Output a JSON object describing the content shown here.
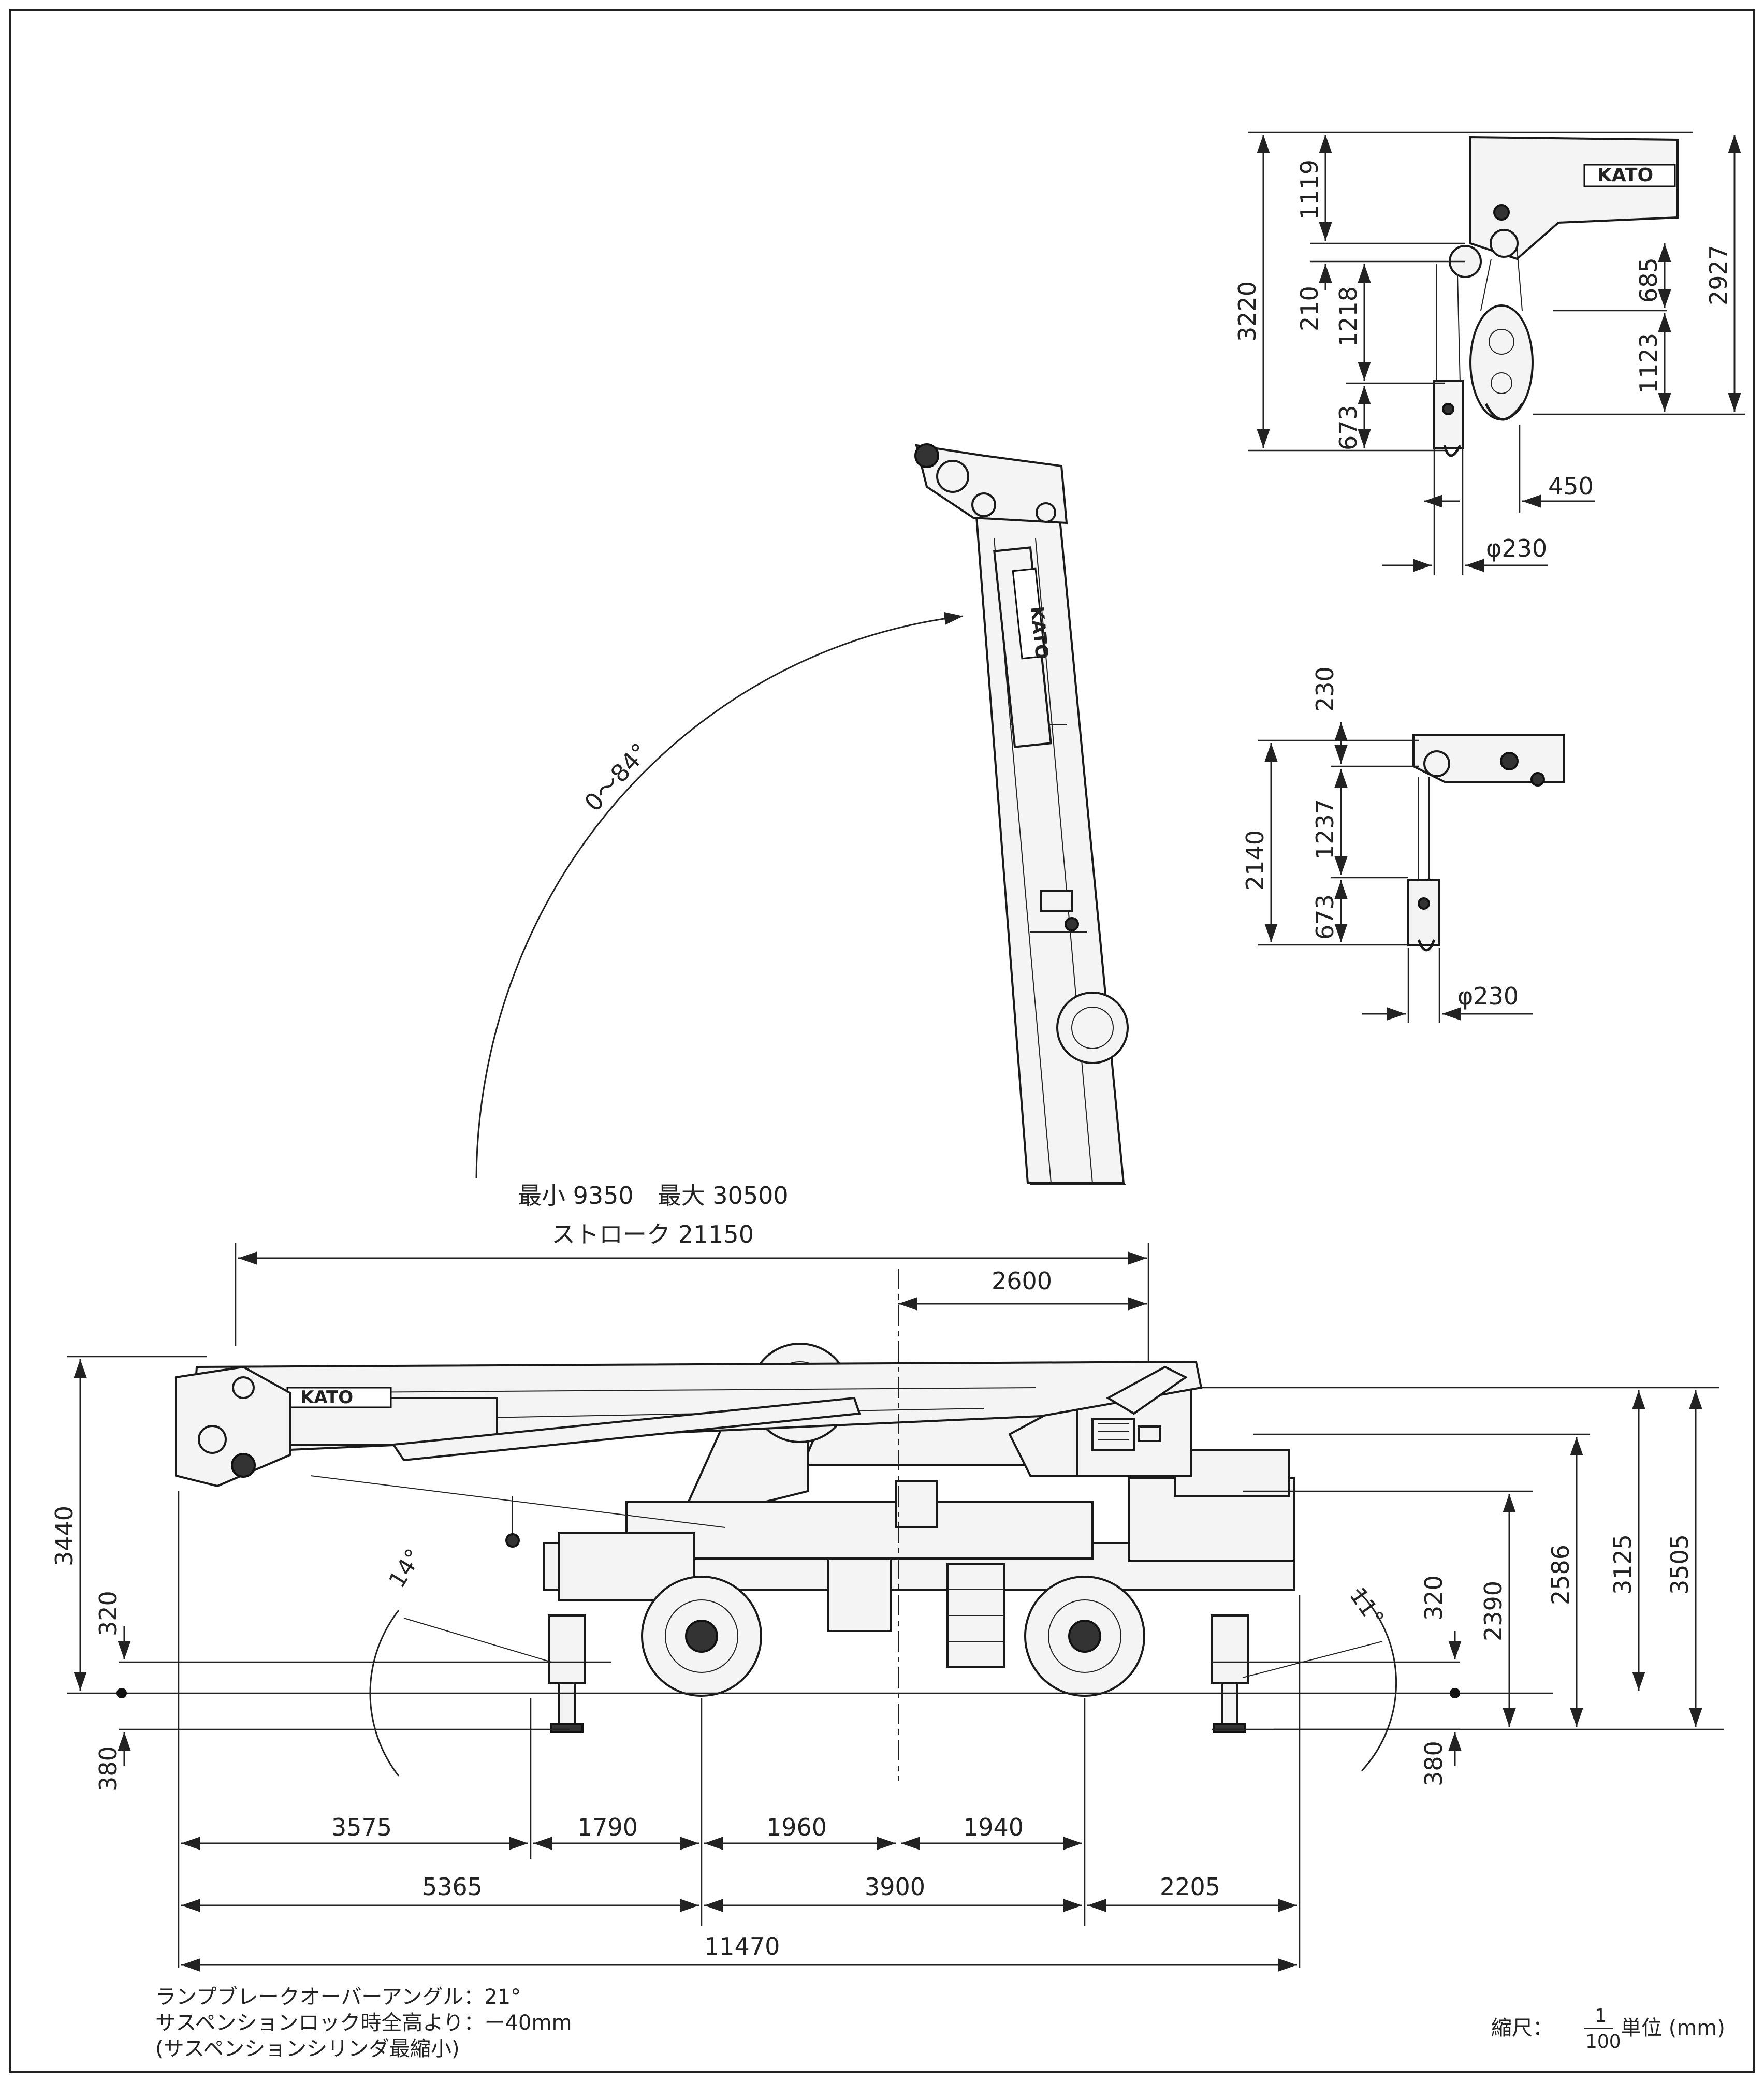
{
  "drawing": {
    "brand": "KATO",
    "boom_angle": "0～84°",
    "boom_length": "最小 9350　最大 30500",
    "boom_stroke": "ストローク 21150"
  },
  "side_view": {
    "dims": {
      "d2600": "2600",
      "d3440": "3440",
      "d320_left": "320",
      "d380_left": "380",
      "d320_right": "320",
      "d380_right": "380",
      "d2390": "2390",
      "d2586": "2586",
      "d3125": "3125",
      "d3505": "3505",
      "a14": "14°",
      "a11": "11°",
      "d3575": "3575",
      "d1790": "1790",
      "d1960": "1960",
      "d1940": "1940",
      "d5365": "5365",
      "d3900": "3900",
      "d2205": "2205",
      "d11470": "11470"
    }
  },
  "hook_detail_top": {
    "dims": {
      "d3220": "3220",
      "d1119": "1119",
      "d210": "210",
      "d1218": "1218",
      "d673": "673",
      "d685": "685",
      "d1123": "1123",
      "d2927": "2927",
      "d450": "450",
      "phi230": "φ230"
    }
  },
  "hook_detail_bottom": {
    "dims": {
      "d230": "230",
      "d2140": "2140",
      "d1237": "1237",
      "d673": "673",
      "phi230": "φ230"
    }
  },
  "notes": {
    "line1": "ランプブレークオーバーアングル：21°",
    "line2": "サスペンションロック時全高より：ー40mm",
    "line3": "(サスペンションシリンダ最縮小)"
  },
  "scale": {
    "label": "縮尺：",
    "numerator": "1",
    "denominator": "100",
    "unit": "単位 (mm)"
  }
}
